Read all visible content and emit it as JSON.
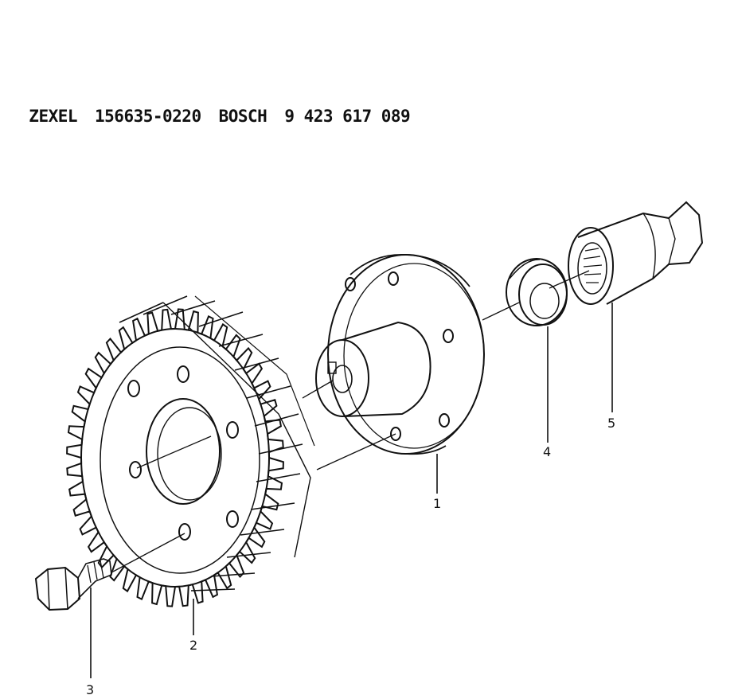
{
  "header": {
    "brand1": "ZEXEL",
    "part1": "156635-0220",
    "brand2": "BOSCH",
    "part2": "9 423 617 089"
  },
  "callouts": [
    "1",
    "2",
    "3",
    "4",
    "5"
  ],
  "parts": [
    {
      "number": "1",
      "icon": "flange-hub-icon"
    },
    {
      "number": "2",
      "icon": "gear-icon"
    },
    {
      "number": "3",
      "icon": "bolt-icon"
    },
    {
      "number": "4",
      "icon": "washer-icon"
    },
    {
      "number": "5",
      "icon": "nut-icon"
    }
  ]
}
